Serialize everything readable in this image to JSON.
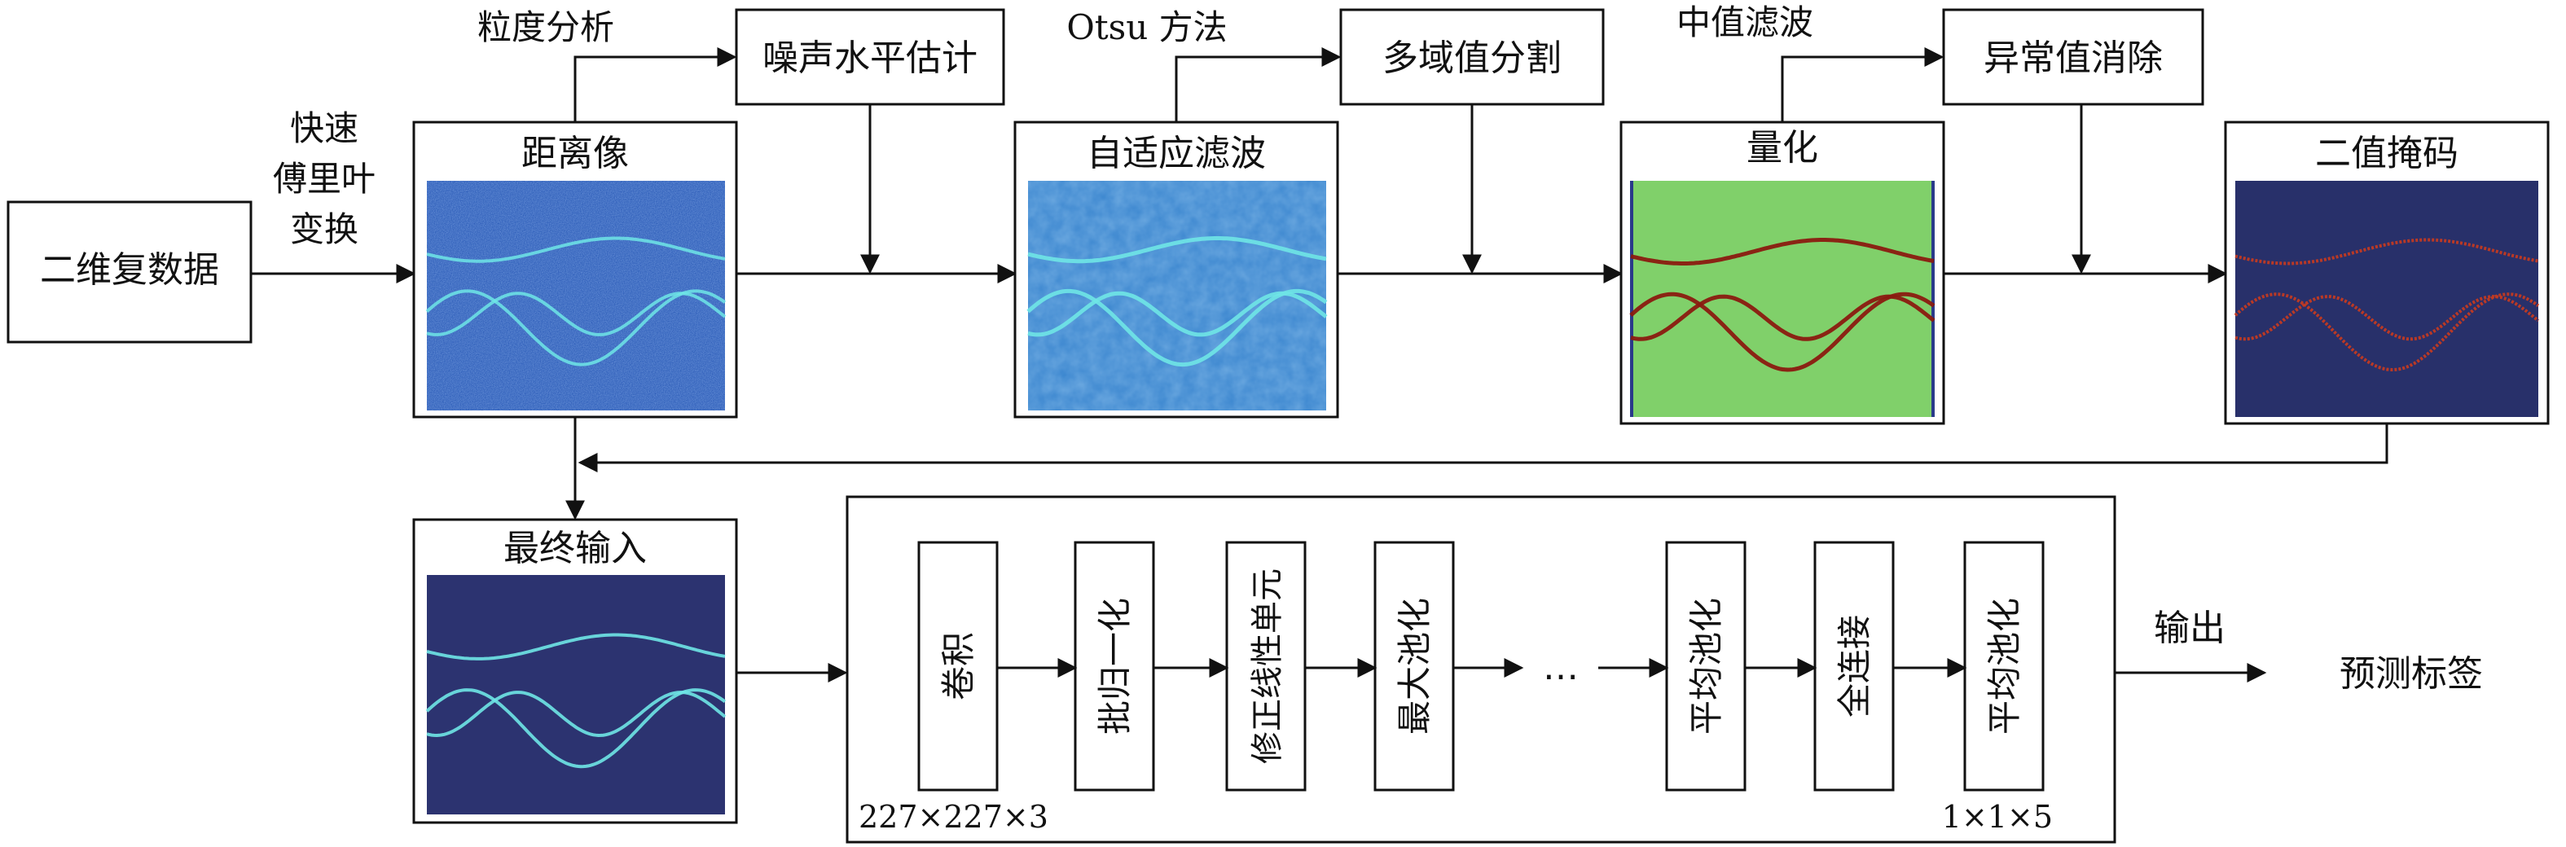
{
  "nodes": {
    "input_data": "二维复数据",
    "fft_label": [
      "快速",
      "傅里叶",
      "变换"
    ],
    "range_image": "距离像",
    "granularity": "粒度分析",
    "noise_estimate": "噪声水平估计",
    "adaptive_filter": "自适应滤波",
    "otsu": "Otsu 方法",
    "multi_threshold": "多域值分割",
    "quantize": "量化",
    "median_filter": "中值滤波",
    "outlier_removal": "异常值消除",
    "binary_mask": "二值掩码",
    "final_input": "最终输入",
    "output_label": "输出",
    "predicted_label": "预测标签"
  },
  "cnn": {
    "layers": [
      "卷积",
      "批归一化",
      "修正线性单元",
      "最大池化",
      "平均池化",
      "全连接",
      "平均池化"
    ],
    "ellipsis": "…",
    "input_dim": "227×227×3",
    "output_dim": "1×1×5"
  },
  "colors": {
    "range_bg": "#1d4fb0",
    "filter_bg": "#3b86cf",
    "quant_bg": "#80d06a",
    "mask_bg": "#28306a",
    "final_bg": "#2c3370",
    "curve_cyan": "#6fe6e6",
    "curve_red": "#8a1a10"
  }
}
